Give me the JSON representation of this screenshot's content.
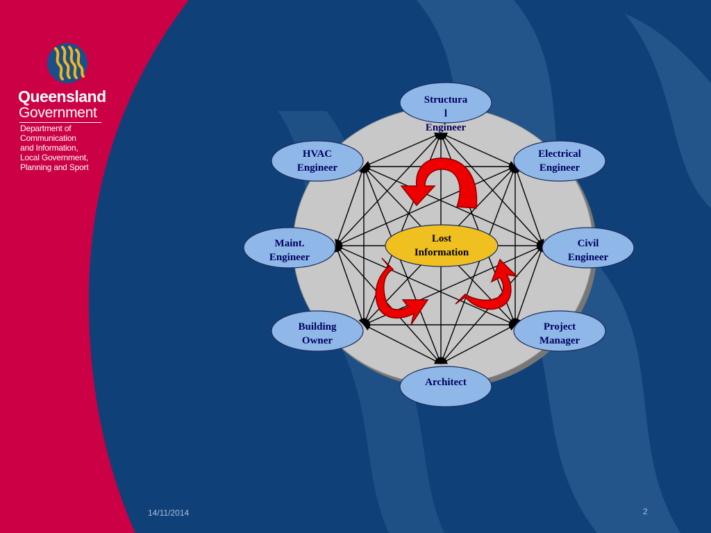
{
  "colors": {
    "background_blue": "#104078",
    "swirl_blue": "#2a5b90",
    "red_band": "#cc0044",
    "hub_circle": "#c8c8c8",
    "node_fill": "#8fb8e8",
    "center_fill": "#f0c020",
    "arrow_red": "#ee0000",
    "logo_gold": "#f2b51c"
  },
  "logo": {
    "emblem_icon": "queensland-government-emblem-icon",
    "org_name": "Queensland",
    "org_sub": "Government",
    "department_lines": [
      "Department of",
      "Communication",
      "and Information,",
      "Local Government,",
      "Planning and Sport"
    ]
  },
  "diagram": {
    "center": "Lost\nInformation",
    "nodes": [
      {
        "id": "structural",
        "label": "Structura\nl\nEngineer"
      },
      {
        "id": "electrical",
        "label": "Electrical\nEngineer"
      },
      {
        "id": "civil",
        "label": "Civil\nEngineer"
      },
      {
        "id": "project-manager",
        "label": "Project\nManager"
      },
      {
        "id": "architect",
        "label": "Architect"
      },
      {
        "id": "building-owner",
        "label": "Building\nOwner"
      },
      {
        "id": "maint",
        "label": "Maint.\nEngineer"
      },
      {
        "id": "hvac",
        "label": "HVAC\nEngineer"
      }
    ]
  },
  "footer": {
    "date": "14/11/2014",
    "page_number": "2"
  }
}
